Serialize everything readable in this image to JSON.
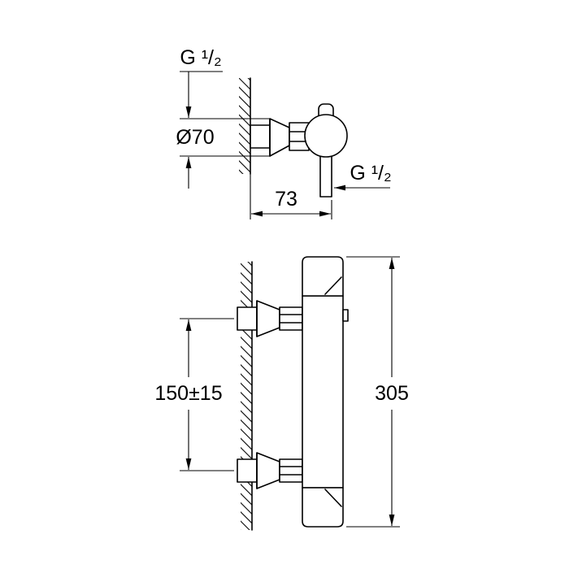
{
  "drawing": {
    "top_view": {
      "thread_label_left": "G ¹/₂",
      "diameter_label": "Ø70",
      "width_label": "73",
      "thread_label_right": "G ¹/₂"
    },
    "front_view": {
      "centers_label": "150±15",
      "height_label": "305"
    },
    "colors": {
      "line": "#000000",
      "background": "#ffffff"
    }
  }
}
